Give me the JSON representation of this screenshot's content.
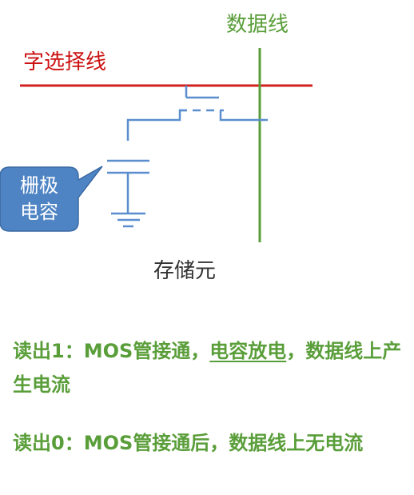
{
  "labels": {
    "data_line": "数据线",
    "word_select_line": "字选择线",
    "gate_capacitor_line1": "栅极",
    "gate_capacitor_line2": "电容",
    "storage_cell": "存储元"
  },
  "notes": {
    "read1_prefix": "读出1：MOS管接通，",
    "read1_underlined": "电容放电",
    "read1_suffix": "，数据线上产生电流",
    "read0": "读出0：MOS管接通后，数据线上无电流"
  },
  "colors": {
    "word_select_line": "#d21f1f",
    "data_line": "#5a9e3a",
    "circuit": "#5b8ecf",
    "callout_fill": "#4f84c4",
    "note_text": "#5a9e3a"
  }
}
